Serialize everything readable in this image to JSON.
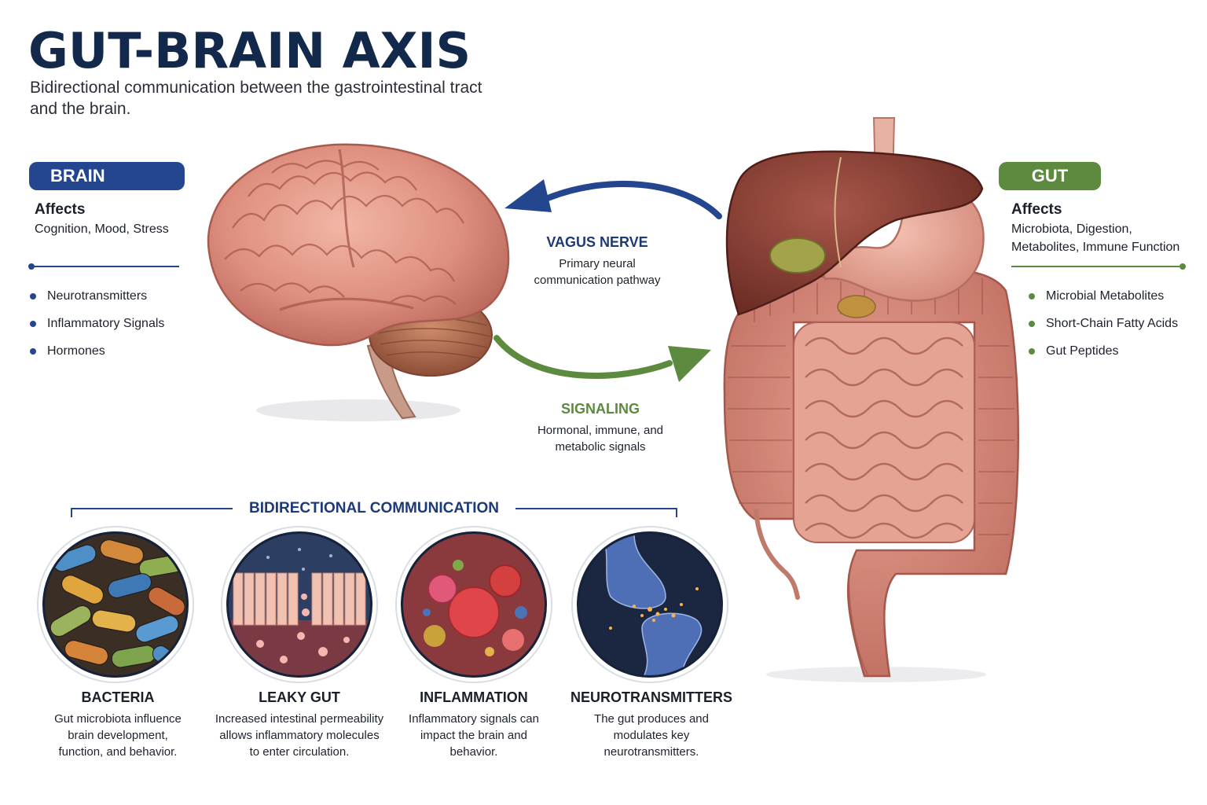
{
  "title": "GUT-BRAIN AXIS",
  "subtitle": "Bidirectional communication between the gastrointestinal tract and the brain.",
  "brain": {
    "label": "BRAIN",
    "affects_heading": "Affects",
    "affects_text": "Cognition, Mood, Stress",
    "items": [
      "Neurotransmitters",
      "Inflammatory Signals",
      "Hormones"
    ]
  },
  "gut": {
    "label": "GUT",
    "affects_heading": "Affects",
    "affects_text": "Microbiota, Digestion, Metabolites, Immune Function",
    "items": [
      "Microbial Metabolites",
      "Short-Chain Fatty Acids",
      "Gut Peptides"
    ]
  },
  "vagus": {
    "title": "VAGUS NERVE",
    "text": "Primary neural communication pathway"
  },
  "signaling": {
    "title": "SIGNALING",
    "text": "Hormonal, immune, and metabolic signals"
  },
  "bidirectional": {
    "title": "BIDIRECTIONAL COMMUNICATION",
    "items": [
      {
        "title": "BACTERIA",
        "text": "Gut microbiota influence brain development, function, and behavior.",
        "icon": "bacteria-illustration"
      },
      {
        "title": "LEAKY GUT",
        "text": "Increased intestinal permeability allows inflammatory molecules to enter circulation.",
        "icon": "intestinal-barrier-illustration"
      },
      {
        "title": "INFLAMMATION",
        "text": "Inflammatory signals can impact the brain and behavior.",
        "icon": "immune-cells-illustration"
      },
      {
        "title": "NEUROTRANSMITTERS",
        "text": "The gut produces and modulates key neurotransmitters.",
        "icon": "synapse-illustration"
      }
    ]
  },
  "colors": {
    "navy": "#13294b",
    "brain_blue": "#24468e",
    "gut_green": "#5c8a3e"
  }
}
